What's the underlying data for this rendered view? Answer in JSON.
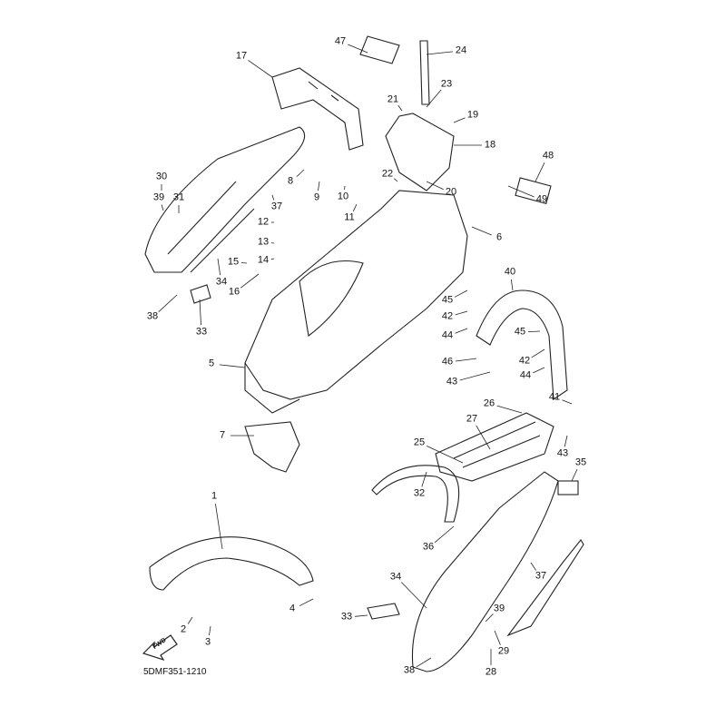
{
  "diagram": {
    "drawing_code": "5DMF351-1210",
    "direction_label": "FWD",
    "callouts": [
      "47",
      "24",
      "17",
      "23",
      "21",
      "19",
      "18",
      "48",
      "30",
      "8",
      "22",
      "39",
      "31",
      "9",
      "10",
      "20",
      "11",
      "37",
      "49",
      "12",
      "6",
      "13",
      "14",
      "15",
      "16",
      "34",
      "38",
      "33",
      "40",
      "45",
      "42",
      "44",
      "45",
      "5",
      "46",
      "42",
      "44",
      "43",
      "26",
      "41",
      "27",
      "7",
      "25",
      "43",
      "35",
      "32",
      "1",
      "36",
      "37",
      "34",
      "4",
      "33",
      "39",
      "29",
      "2",
      "3",
      "38",
      "28"
    ]
  }
}
